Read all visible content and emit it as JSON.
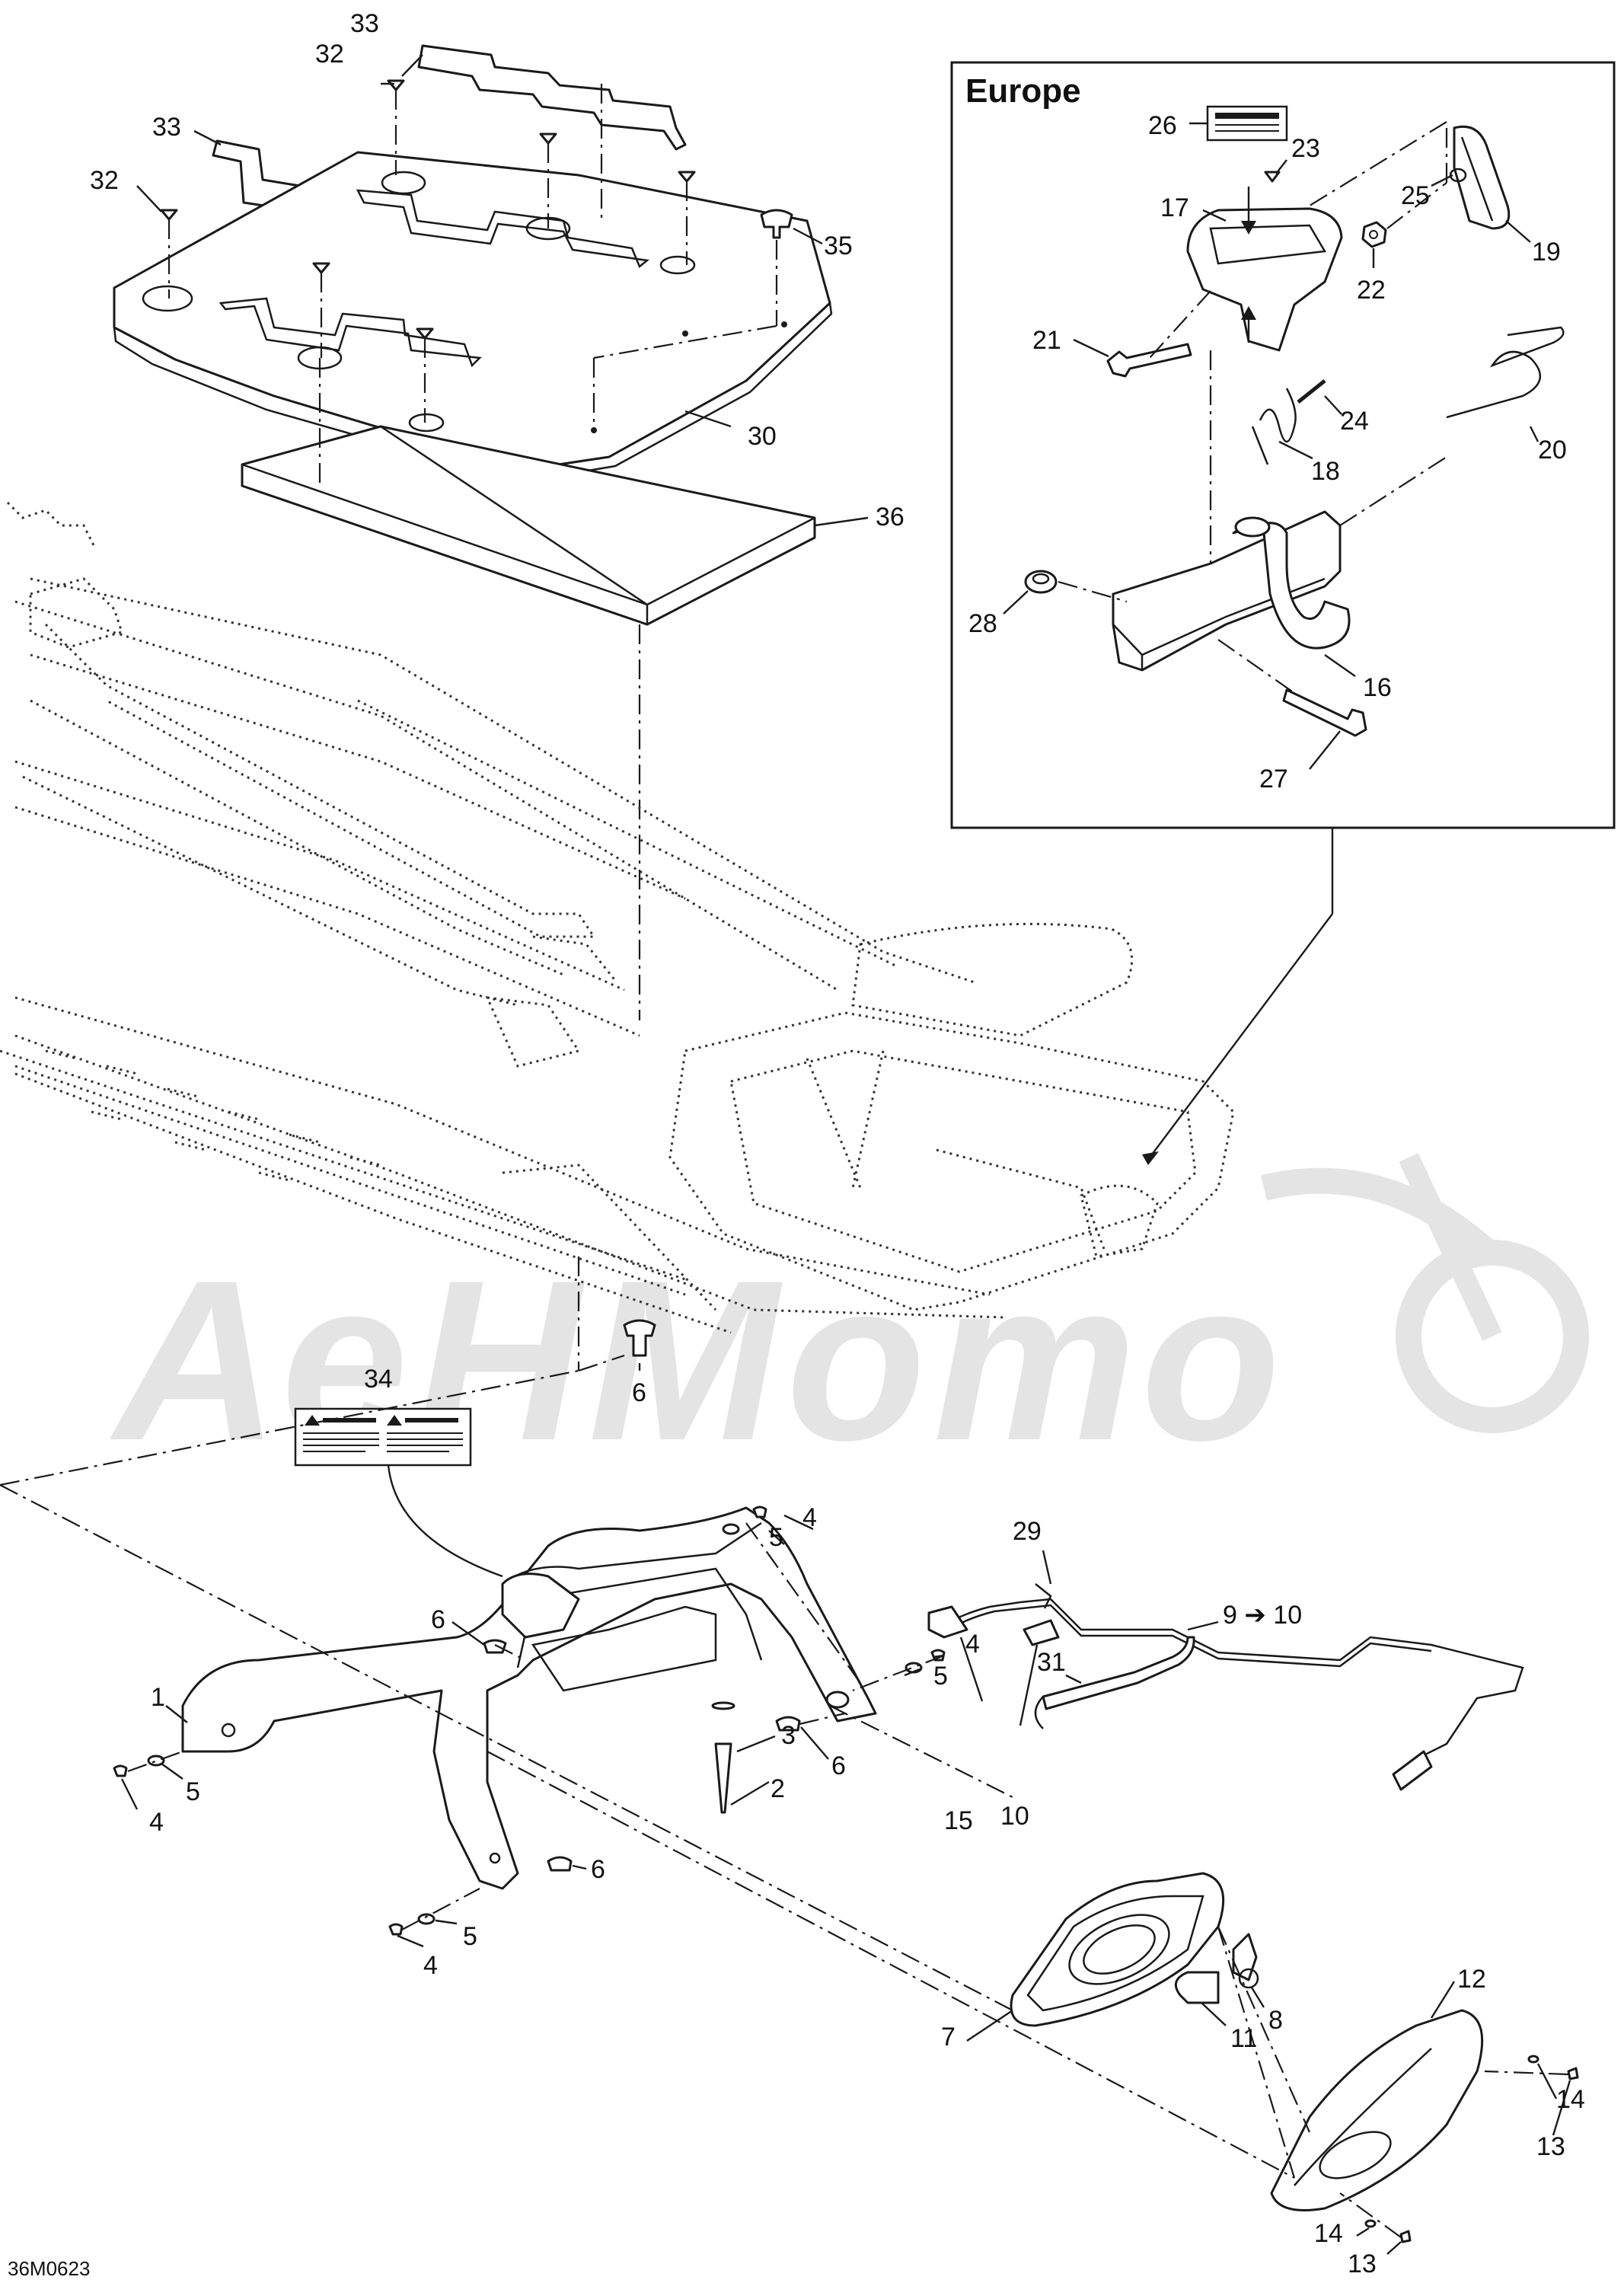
{
  "inset": {
    "title": "Europe"
  },
  "diagram_code": "36M0623",
  "watermark": {
    "text": "АеНМото"
  },
  "callouts": {
    "c33a": "33",
    "c32a": "32",
    "c33b": "33",
    "c32b": "32",
    "c35": "35",
    "c30": "30",
    "c36": "36",
    "c6a": "6",
    "c34": "34",
    "c4a": "4",
    "c5a": "5",
    "c6b": "6",
    "c4b": "4",
    "c5b": "5",
    "c31": "31",
    "c1": "1",
    "c3": "3",
    "c2": "2",
    "c6c": "6",
    "c29": "29",
    "c9": "9 ➔ 10",
    "c5c": "5",
    "c4c": "4",
    "c15": "15",
    "c10": "10",
    "c6d": "6",
    "c5d": "5",
    "c4d": "4",
    "c7": "7",
    "c8": "8",
    "c12": "12",
    "c11": "11",
    "c14a": "14",
    "c13a": "13",
    "c14b": "14",
    "c13b": "13",
    "e26": "26",
    "e23": "23",
    "e25": "25",
    "e17": "17",
    "e19": "19",
    "e22": "22",
    "e21": "21",
    "e24": "24",
    "e20": "20",
    "e18": "18",
    "e28": "28",
    "e16": "16",
    "e27": "27"
  }
}
